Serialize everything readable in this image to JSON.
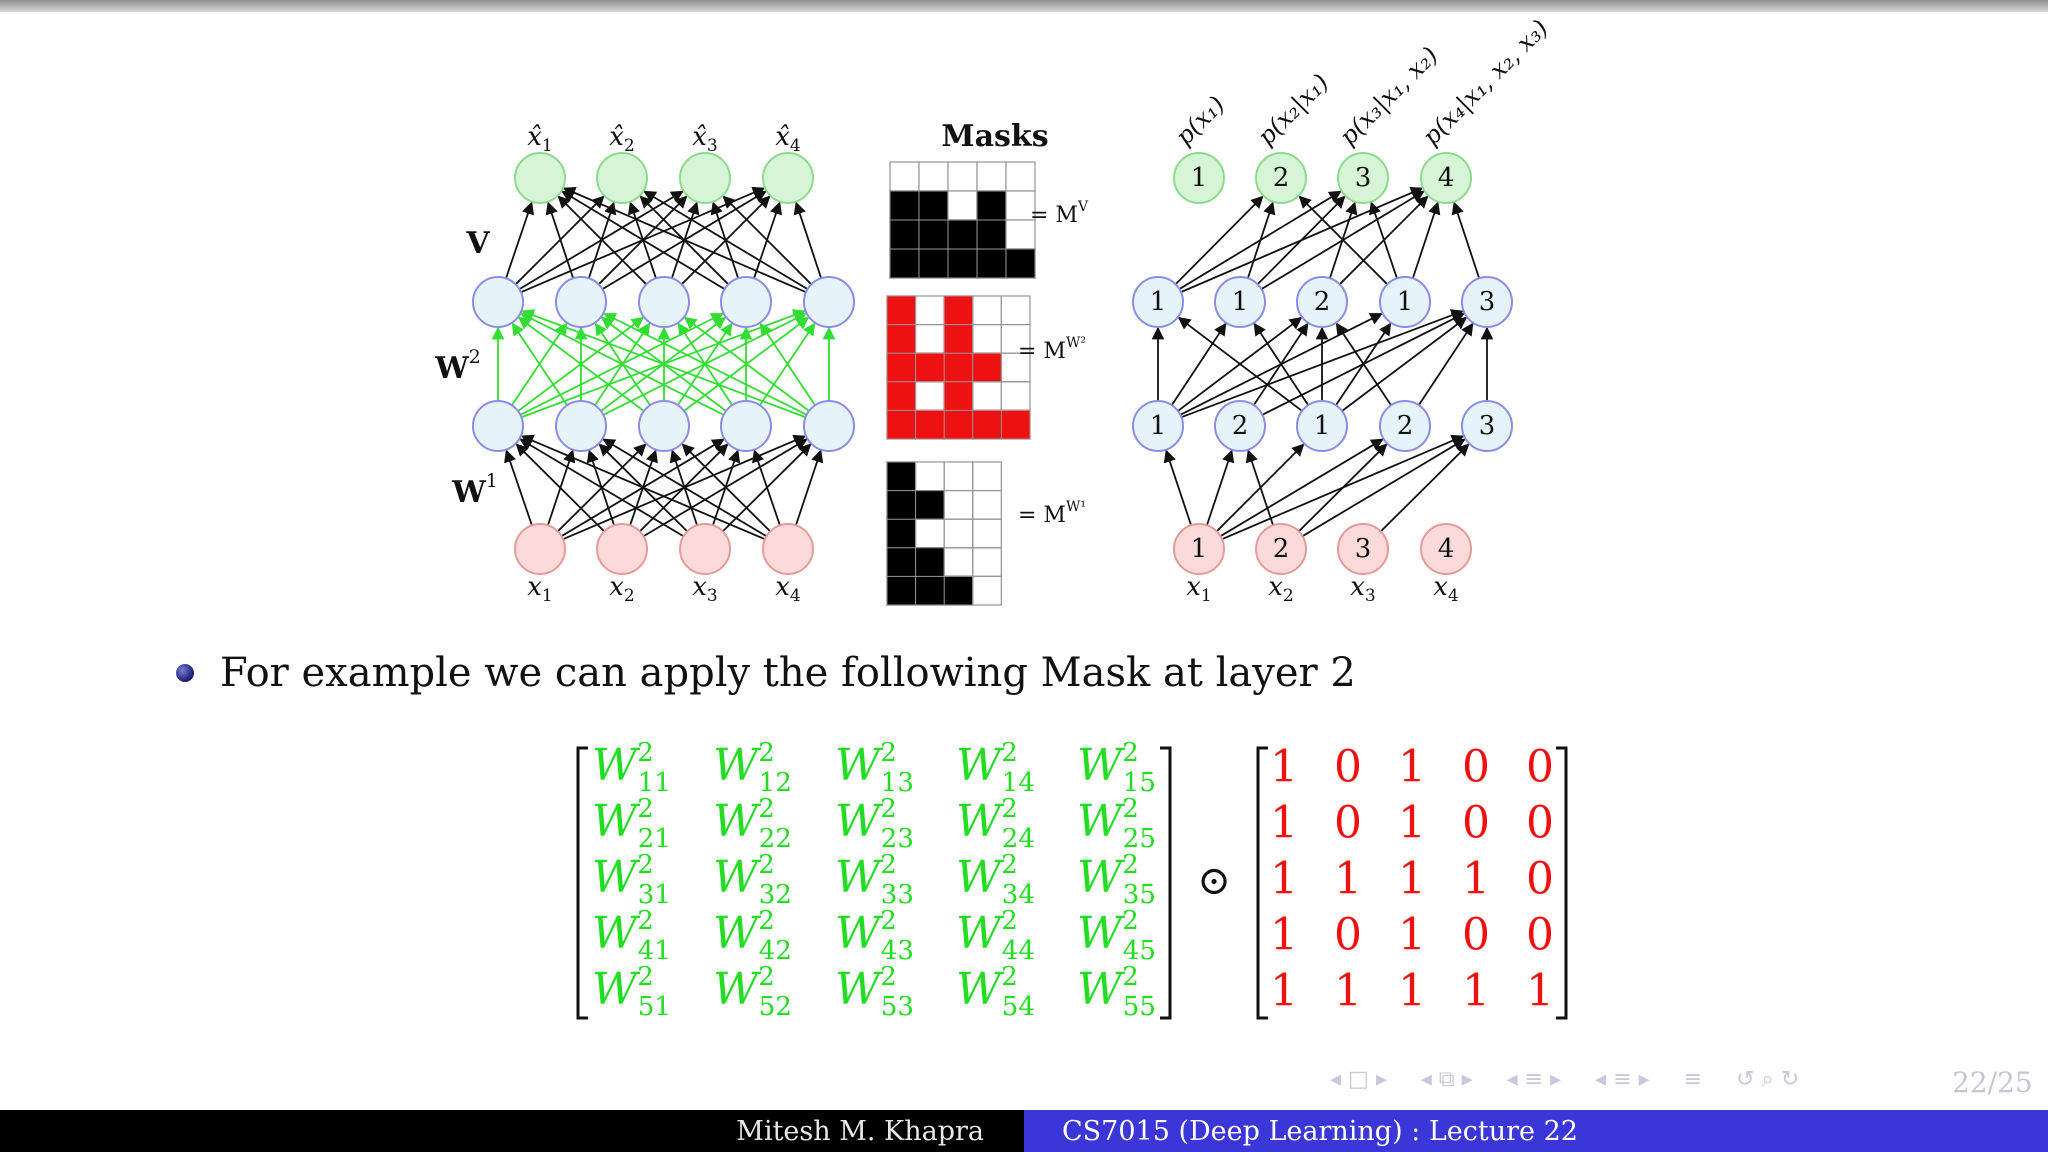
{
  "figure": {
    "left_net": {
      "side_labels": {
        "v": "V",
        "w2": "W",
        "w2_sup": "2",
        "w1": "W",
        "w1_sup": "1"
      },
      "output_labels": [
        {
          "base": "x̂",
          "sub": "1"
        },
        {
          "base": "x̂",
          "sub": "2"
        },
        {
          "base": "x̂",
          "sub": "3"
        },
        {
          "base": "x̂",
          "sub": "4"
        }
      ],
      "input_labels": [
        {
          "base": "x",
          "sub": "1"
        },
        {
          "base": "x",
          "sub": "2"
        },
        {
          "base": "x",
          "sub": "3"
        },
        {
          "base": "x",
          "sub": "4"
        }
      ]
    },
    "masks": {
      "title": "Masks",
      "mv": {
        "label": "= M",
        "sup": "V",
        "color": "#000000",
        "grid": [
          [
            0,
            0,
            0,
            0,
            0
          ],
          [
            1,
            1,
            0,
            1,
            0
          ],
          [
            1,
            1,
            1,
            1,
            0
          ],
          [
            1,
            1,
            1,
            1,
            1
          ]
        ]
      },
      "mw2": {
        "label": "= M",
        "sup": "W²",
        "color": "#ee1111",
        "grid": [
          [
            1,
            0,
            1,
            0,
            0
          ],
          [
            1,
            0,
            1,
            0,
            0
          ],
          [
            1,
            1,
            1,
            1,
            0
          ],
          [
            1,
            0,
            1,
            0,
            0
          ],
          [
            1,
            1,
            1,
            1,
            1
          ]
        ]
      },
      "mw1": {
        "label": "= M",
        "sup": "W¹",
        "color": "#000000",
        "grid": [
          [
            1,
            0,
            0,
            0
          ],
          [
            1,
            1,
            0,
            0
          ],
          [
            1,
            0,
            0,
            0
          ],
          [
            1,
            1,
            0,
            0
          ],
          [
            1,
            1,
            1,
            0
          ]
        ]
      }
    },
    "right_net": {
      "prob_labels": [
        "p(x₁)",
        "p(x₂|x₁)",
        "p(x₃|x₁, x₂)",
        "p(x₄|x₁, x₂, x₃)"
      ],
      "output_nodes": [
        "1",
        "2",
        "3",
        "4"
      ],
      "hidden2_nodes": [
        "1",
        "1",
        "2",
        "1",
        "3"
      ],
      "hidden1_nodes": [
        "1",
        "2",
        "1",
        "2",
        "3"
      ],
      "input_nodes": [
        "1",
        "2",
        "3",
        "4"
      ],
      "input_labels": [
        {
          "base": "x",
          "sub": "1"
        },
        {
          "base": "x",
          "sub": "2"
        },
        {
          "base": "x",
          "sub": "3"
        },
        {
          "base": "x",
          "sub": "4"
        }
      ]
    }
  },
  "bullet": "For example we can apply the following Mask at layer 2",
  "equation": {
    "weight_symbol": "W",
    "weight_sup": "2",
    "weight_subs": [
      [
        "11",
        "12",
        "13",
        "14",
        "15"
      ],
      [
        "21",
        "22",
        "23",
        "24",
        "25"
      ],
      [
        "31",
        "32",
        "33",
        "34",
        "35"
      ],
      [
        "41",
        "42",
        "43",
        "44",
        "45"
      ],
      [
        "51",
        "52",
        "53",
        "54",
        "55"
      ]
    ],
    "operator": "⊙",
    "mask_values": [
      [
        "1",
        "0",
        "1",
        "0",
        "0"
      ],
      [
        "1",
        "0",
        "1",
        "0",
        "0"
      ],
      [
        "1",
        "1",
        "1",
        "1",
        "0"
      ],
      [
        "1",
        "0",
        "1",
        "0",
        "0"
      ],
      [
        "1",
        "1",
        "1",
        "1",
        "1"
      ]
    ]
  },
  "nav_icons": [
    "◂ □ ▸",
    "◂ ⧉ ▸",
    "◂ ≡ ▸",
    "◂ ≡ ▸",
    "≡",
    "↺ ⌕ ↻"
  ],
  "page_number": "22/25",
  "footer": {
    "author": "Mitesh M. Khapra",
    "course": "CS7015 (Deep Learning) : Lecture 22"
  },
  "colors": {
    "output_node": "#d6f5d6",
    "output_stroke": "#8fd98f",
    "hidden_node": "#e6f4fa",
    "hidden_stroke": "#8c8ce6",
    "input_node": "#fbdada",
    "input_stroke": "#e79a9a",
    "green_edge": "#33dd33",
    "weights_green": "#22dd22",
    "mask_red": "#ee1111",
    "footer_blue": "#3b36d8"
  }
}
